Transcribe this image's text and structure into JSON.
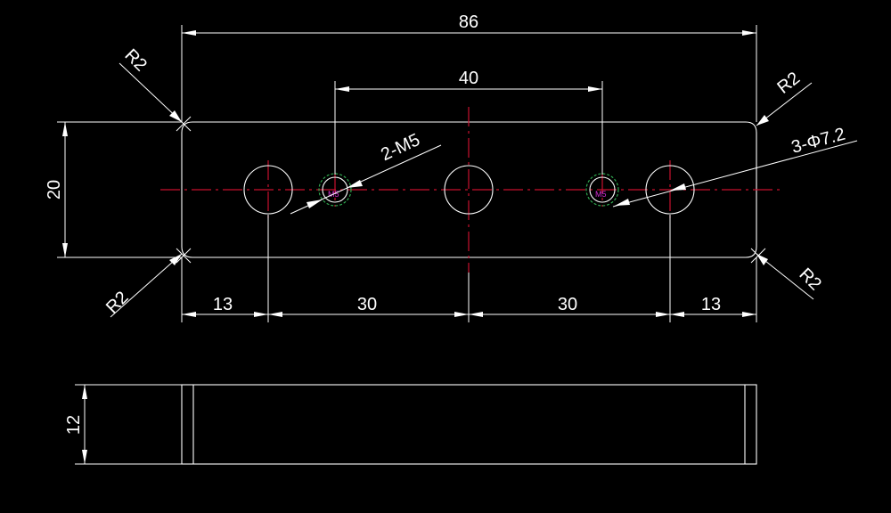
{
  "drawing": {
    "colors": {
      "background": "#000000",
      "geometry": "#ffffff",
      "centerline": "#c8102e",
      "thread": "#2fa84f",
      "tap_text": "#d62fd6"
    },
    "dimensions": {
      "overall_length": "86",
      "hole_pitch": "40",
      "width": "20",
      "thickness": "12",
      "seg_left": "13",
      "seg_mid_left": "30",
      "seg_mid_right": "30",
      "seg_right": "13"
    },
    "callouts": {
      "radius_top_left": "R2",
      "radius_top_right": "R2",
      "radius_bottom_left": "R2",
      "radius_bottom_right": "R2",
      "tapped_holes": "2-M5",
      "through_holes": "3-Φ7.2",
      "tap_mark_left": "M5",
      "tap_mark_right": "M5"
    }
  }
}
